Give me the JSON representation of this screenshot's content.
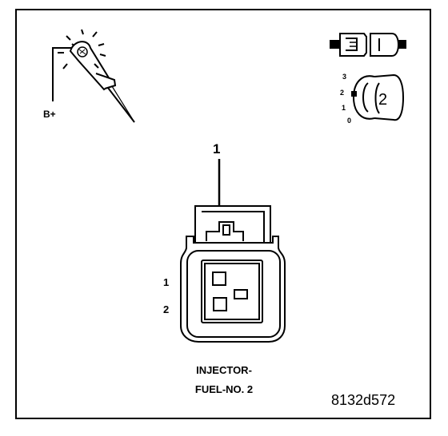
{
  "test_light": {
    "supply_label": "B+"
  },
  "ignition": {
    "positions": [
      "3",
      "2",
      "1",
      "0"
    ],
    "key_number": "2"
  },
  "callout": {
    "number": "1"
  },
  "connector": {
    "pin_labels": [
      "1",
      "2"
    ]
  },
  "caption": {
    "line1": "INJECTOR-",
    "line2": "FUEL-NO. 2"
  },
  "figure_id": "8132d572"
}
